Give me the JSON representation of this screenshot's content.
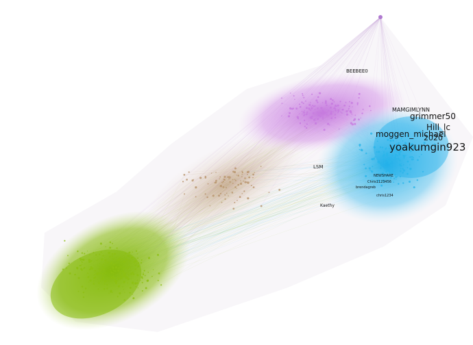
{
  "graph": {
    "labels": [
      {
        "text": "yoakumgin923",
        "size": "xl"
      },
      {
        "text": "grimmer50",
        "size": "l"
      },
      {
        "text": "Hill_lc",
        "size": "l"
      },
      {
        "text": "moggen_michael",
        "size": "l"
      },
      {
        "text": "2020",
        "size": "l"
      },
      {
        "text": "MAMGIMLYNN",
        "size": "m"
      },
      {
        "text": "BEEBEE0",
        "size": "s"
      },
      {
        "text": "Kaethy",
        "size": "s"
      },
      {
        "text": "LSM",
        "size": "s"
      },
      {
        "text": "NEWSHARE",
        "size": "s"
      },
      {
        "text": "brendagreb",
        "size": "s"
      },
      {
        "text": "Chris1123456",
        "size": "s"
      },
      {
        "text": "chris1234",
        "size": "s"
      }
    ],
    "clusters": [
      {
        "name": "green",
        "color": "#8dbf12"
      },
      {
        "name": "pink",
        "color": "#c77be0"
      },
      {
        "name": "cyan",
        "color": "#2bb5ea"
      },
      {
        "name": "brown",
        "color": "#b8946c"
      }
    ]
  }
}
